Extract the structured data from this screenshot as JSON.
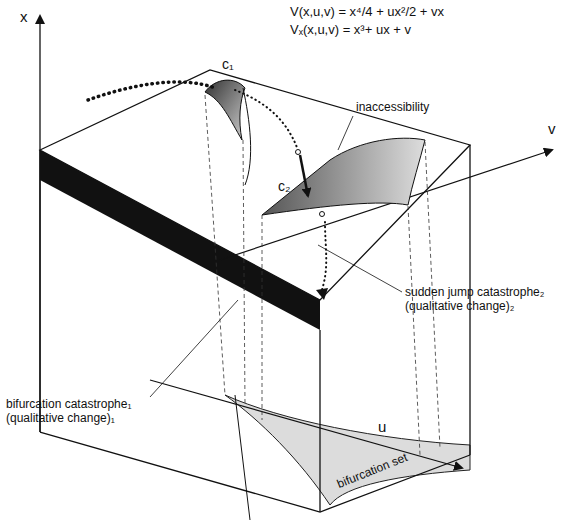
{
  "diagram": {
    "labels": [
      "V(x,u,v) = x⁴/4 + ux²/2 + vx",
      "Vₓ(x,u,v) = x³+ ux + v",
      "x",
      "c₁",
      "c₂",
      "inaccessibility",
      "v",
      "sudden jump catastrophe₂ (qualitative change)₂",
      "u",
      "bifurcation catastrophe₁ (qualitative change)₁",
      "bifurcation set"
    ]
  }
}
